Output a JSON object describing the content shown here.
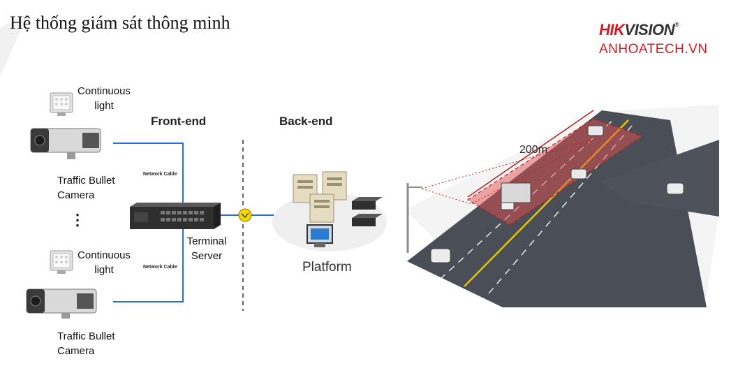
{
  "title": "Hệ thống giám sát thông minh",
  "brand": {
    "hik": "HIK",
    "vision": "VISION",
    "reg": "®",
    "site": "ANHOATECH.VN"
  },
  "sections": {
    "front_end": "Front-end",
    "back_end": "Back-end"
  },
  "devices": {
    "light_top": "Continuous\nlight",
    "camera_top": "Traffic Bullet\nCamera",
    "light_bottom": "Continuous\nlight",
    "camera_bottom": "Traffic Bullet\nCamera",
    "ellipsis": "⋮",
    "terminal_server": "Terminal\nServer",
    "platform": "Platform"
  },
  "cables": {
    "top": "Network Cable",
    "bottom": "Network Cable"
  },
  "road": {
    "distance": "200m"
  },
  "colors": {
    "brand_red": "#d71920",
    "cable_blue": "#2a6fd6",
    "zone_red": "#e05050",
    "road": "#4a4f57",
    "connector_yellow": "#f2d600"
  }
}
